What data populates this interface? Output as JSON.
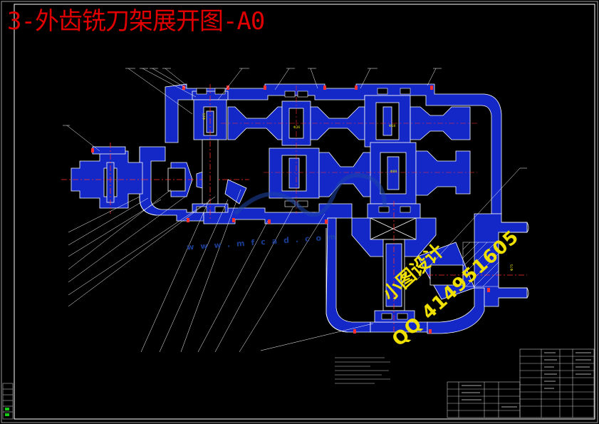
{
  "drawing": {
    "title": "3-外齿铣刀架展开图-A0",
    "watermark_url": "www.mfcad.com",
    "watermark_shop": "小图设计",
    "watermark_qq": "QQ 414951605"
  },
  "colors": {
    "background": "#000000",
    "title": "#e00000",
    "section_fill": "#1428c8",
    "outline": "#ffffff",
    "leader_line": "#ffffff",
    "watermark_blue": "#1e46aa",
    "watermark_yellow": "#f0e000",
    "center_line": "#ff3030",
    "dimension": "#e0e000"
  },
  "dimensions": {
    "d1": "Φ25",
    "d2": "Φ36",
    "d3": "Φ58",
    "d4": "Φ88",
    "d5": "Φ75"
  }
}
